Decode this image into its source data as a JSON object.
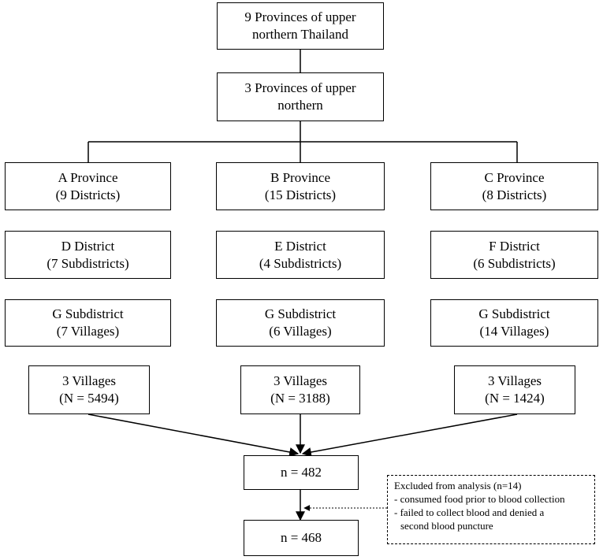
{
  "top": {
    "line1": "9 Provinces of upper",
    "line2": "northern Thailand"
  },
  "second": {
    "line1": "3 Provinces of upper",
    "line2": "northern"
  },
  "columns": [
    {
      "province": [
        "A Province",
        "(9 Districts)"
      ],
      "district": [
        "D District",
        "(7 Subdistricts)"
      ],
      "subdistrict": [
        "G Subdistrict",
        "(7 Villages)"
      ],
      "villages": [
        "3 Villages",
        "(N = 5494)"
      ]
    },
    {
      "province": [
        "B Province",
        "(15 Districts)"
      ],
      "district": [
        "E District",
        "(4 Subdistricts)"
      ],
      "subdistrict": [
        "G Subdistrict",
        "(6 Villages)"
      ],
      "villages": [
        "3 Villages",
        "(N = 3188)"
      ]
    },
    {
      "province": [
        "C Province",
        "(8 Districts)"
      ],
      "district": [
        "F District",
        "(6 Subdistricts)"
      ],
      "subdistrict": [
        "G Subdistrict",
        "(14 Villages)"
      ],
      "villages": [
        "3 Villages",
        "(N = 1424)"
      ]
    }
  ],
  "sample": "n = 482",
  "final": "n = 468",
  "excluded": {
    "title": "Excluded from analysis (n=14)",
    "reason1": "- consumed food prior to blood collection",
    "reason2a": "- failed to collect blood and denied a",
    "reason2b": "second blood puncture"
  }
}
